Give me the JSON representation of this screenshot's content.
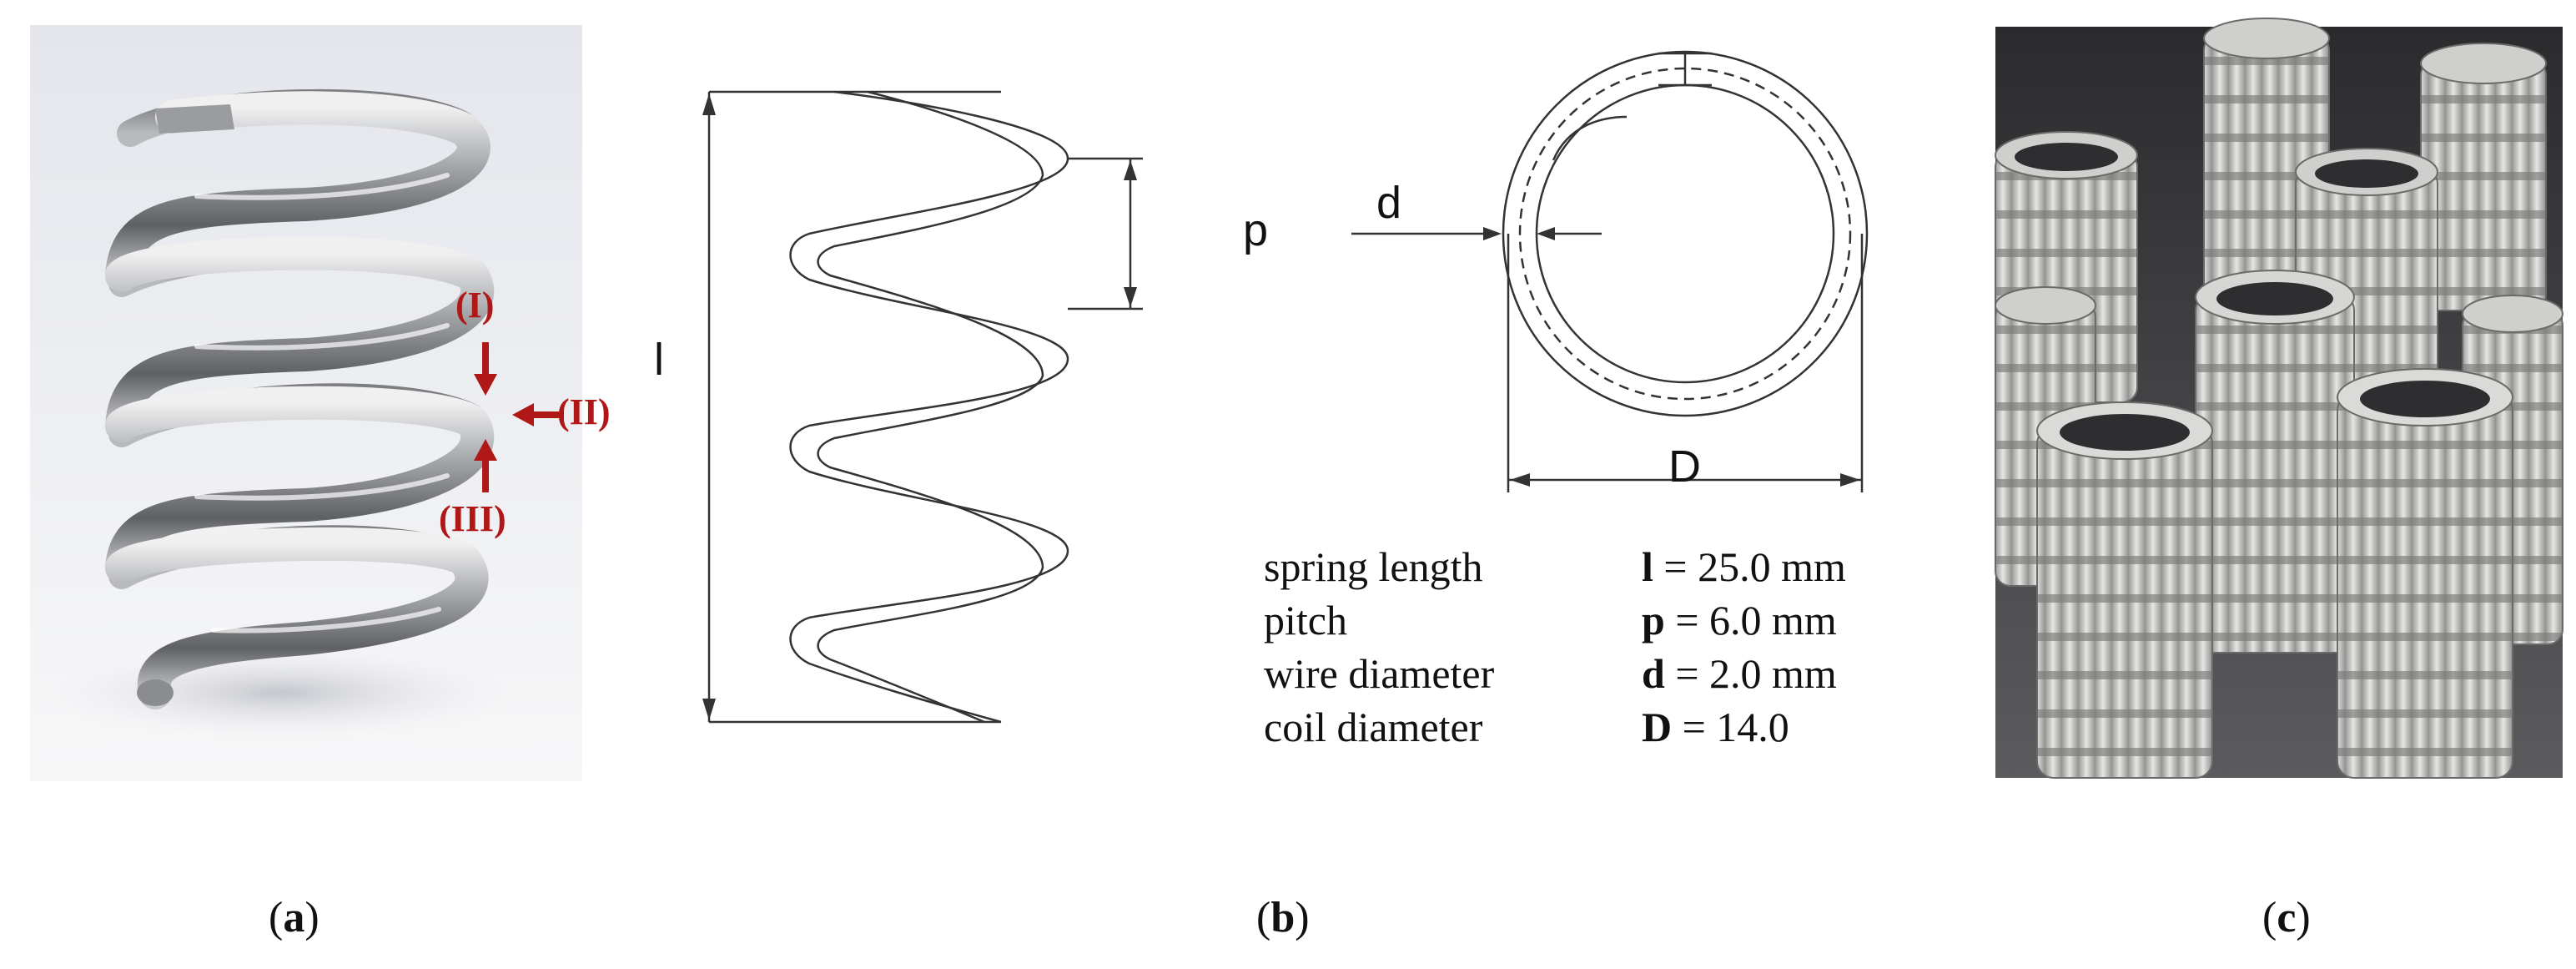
{
  "panel_a": {
    "callouts": [
      "(I)",
      "(II)",
      "(III)"
    ],
    "caption": "a",
    "colors": {
      "callout": "#b01818",
      "background_top": "#e7e9ef",
      "background_bottom": "#f6f6f8",
      "steel": "#8d8f93"
    }
  },
  "panel_b": {
    "labels": {
      "length": "l",
      "pitch": "p",
      "wire": "d",
      "coil": "D"
    },
    "specs": [
      {
        "name": "spring length",
        "symbol": "l",
        "value": " = 25.0 mm"
      },
      {
        "name": "pitch",
        "symbol": "p",
        "value": " = 6.0 mm"
      },
      {
        "name": "wire diameter",
        "symbol": "d",
        "value": " = 2.0 mm"
      },
      {
        "name": "coil diameter",
        "symbol": "D",
        "value": " = 14.0"
      }
    ],
    "caption": "b"
  },
  "panel_c": {
    "caption": "c",
    "colors": {
      "background": "#3a3a3c",
      "ceramic": "#d8d8d6"
    }
  }
}
